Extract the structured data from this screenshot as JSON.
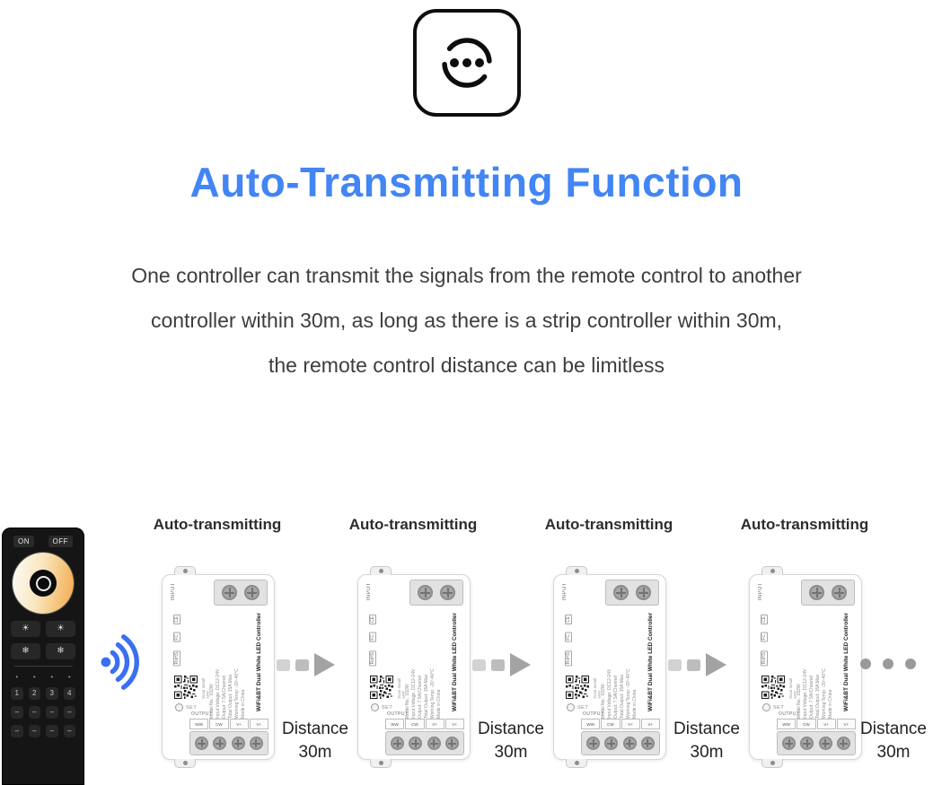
{
  "colors": {
    "title_blue": "#4285f4",
    "wifi_blue": "#3a6ff2",
    "arrow_gray": "#a3a3a3"
  },
  "header": {
    "title": "Auto-Transmitting Function",
    "description": [
      "One controller can transmit the signals from the remote control to another",
      "controller within 30m, as long as there is a strip controller within 30m,",
      "the remote control distance can be limitless"
    ]
  },
  "diagram": {
    "transmit_label": "Auto-transmitting",
    "distance_line1": "Distance",
    "distance_line2": "30m"
  },
  "remote": {
    "on": "ON",
    "off": "OFF",
    "icon_rows": [
      [
        "☀",
        "☀"
      ],
      [
        "❄",
        "❄"
      ]
    ],
    "zone_dots": [
      "•",
      "•",
      "•",
      "•"
    ],
    "zones": [
      "1",
      "2",
      "3",
      "4"
    ],
    "bottom_rows": [
      [
        "–",
        "–",
        "–",
        "–"
      ],
      [
        "–",
        "–",
        "–",
        "–"
      ]
    ]
  },
  "controller": {
    "title": "WiFi&BT Dual White LED Controller",
    "specs": "Model No.: 032W\nInput Voltage: DC12-24V\nOutput: 7.5A/Channel\nTotal Output: 15A Max\nWorking Temp: -20~40°C\nMade in China",
    "certs": [
      "CE",
      "FC",
      "RoHS"
    ],
    "input_label": "INPUT",
    "output_label": "OUTPUT",
    "terminals": [
      "WW",
      "CW",
      "V+",
      "V+"
    ],
    "set_label": "SET",
    "scan_label": "Scan Install APP"
  }
}
